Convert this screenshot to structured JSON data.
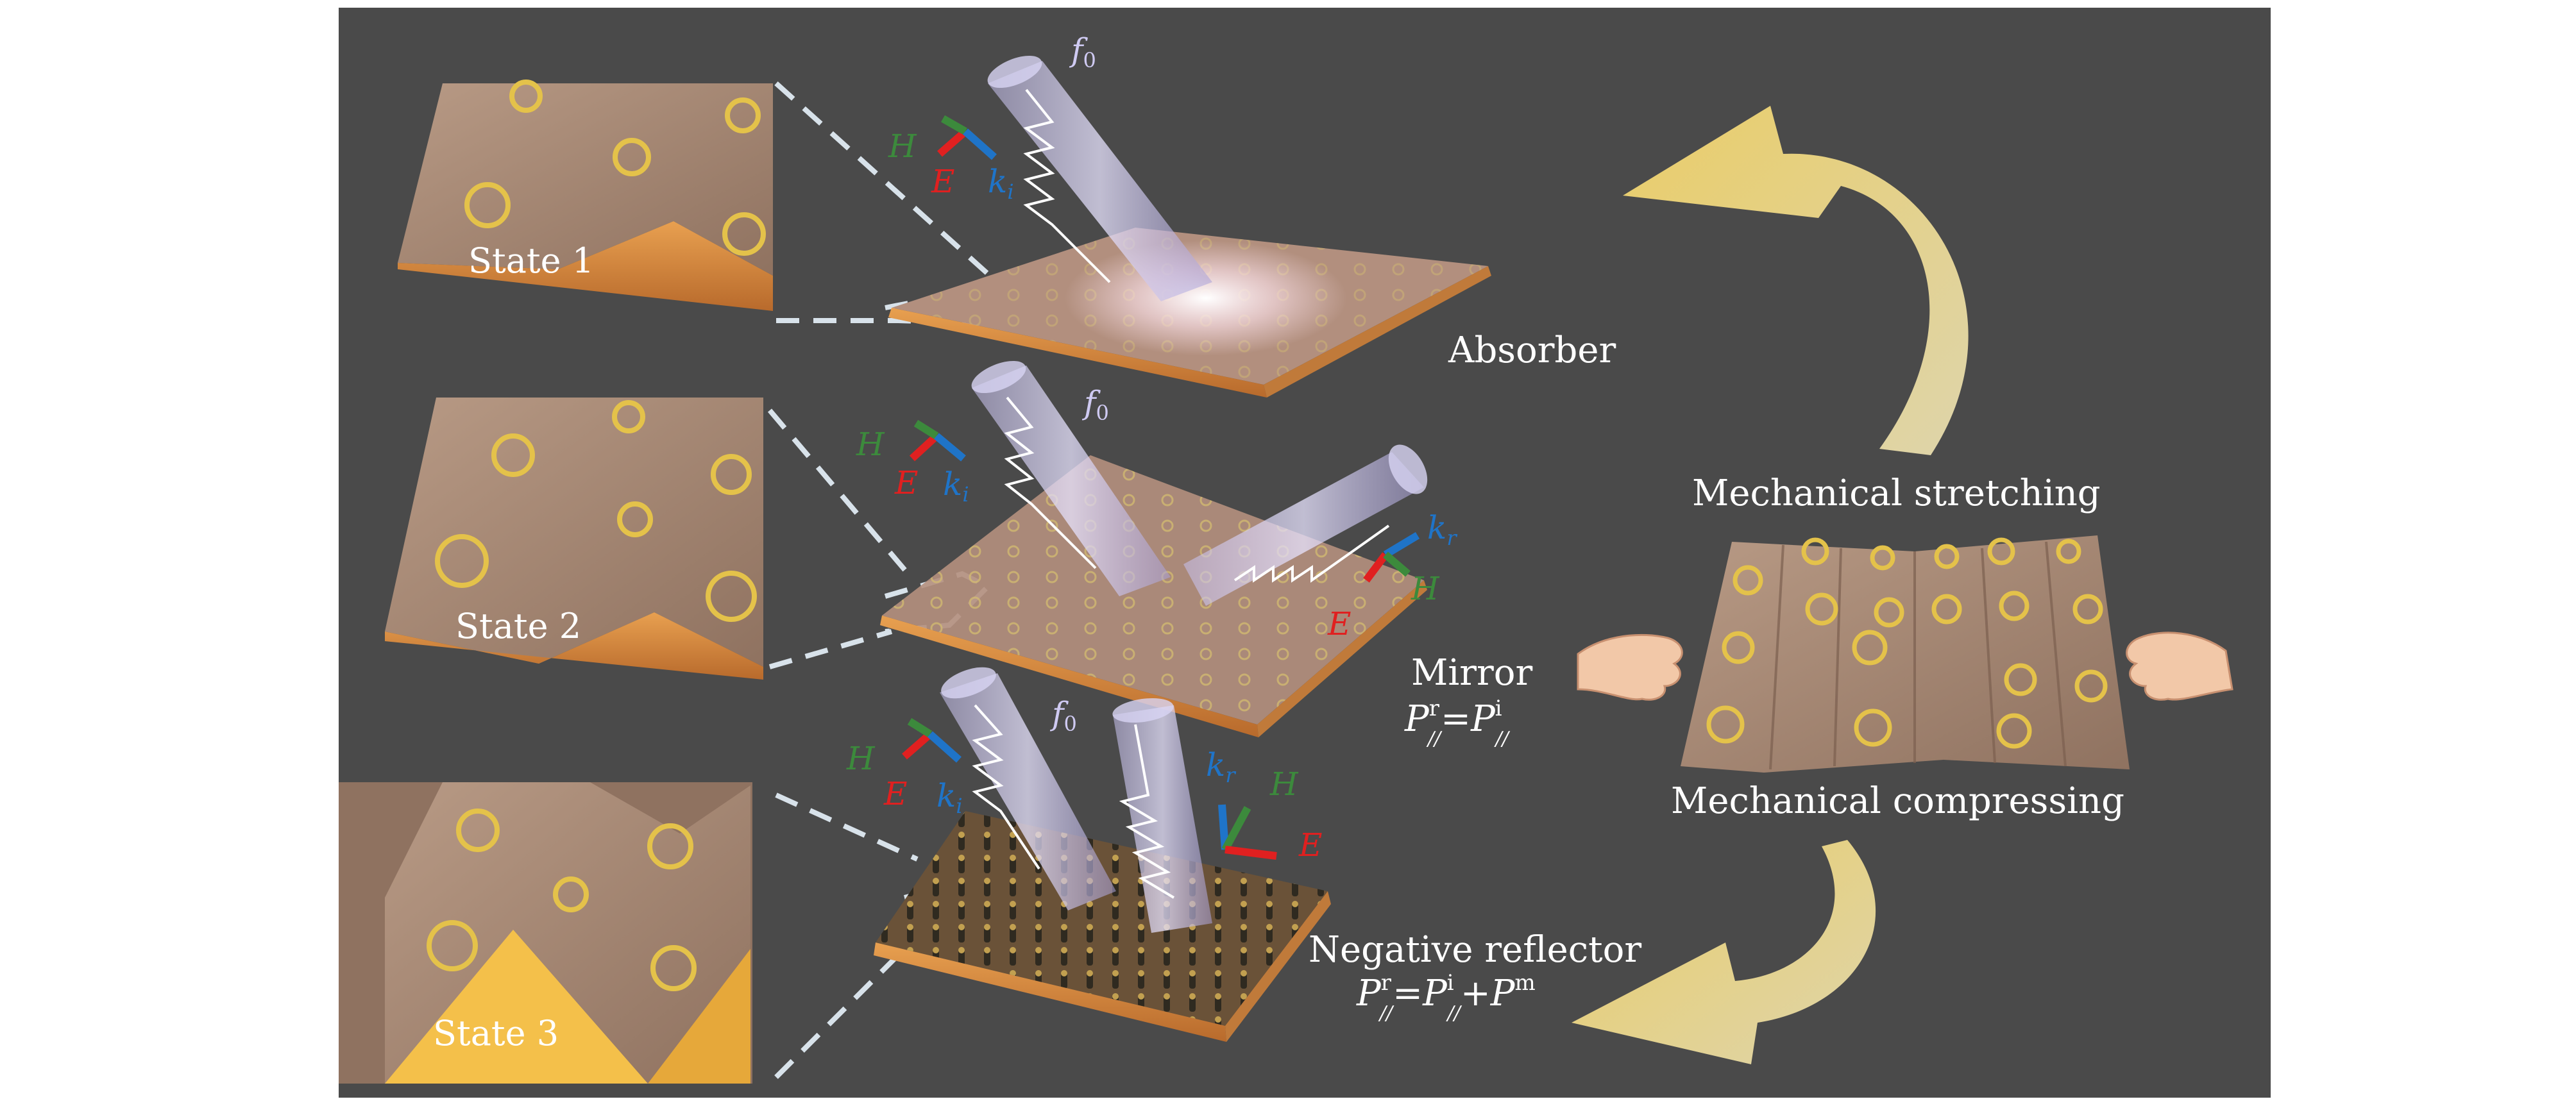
{
  "states": [
    {
      "label": "State 1"
    },
    {
      "label": "State 2"
    },
    {
      "label": "State 3"
    }
  ],
  "modes": {
    "absorber": "Absorber",
    "mirror": "Mirror",
    "negative_reflector": "Negative reflector"
  },
  "equations": {
    "mirror": {
      "P": "P",
      "r": "r",
      "sub": "//",
      "eq": "=",
      "i": "i"
    },
    "negative": {
      "P": "P",
      "r": "r",
      "sub": "//",
      "eq": "=",
      "i": "i",
      "plus": "+",
      "m": "m"
    }
  },
  "mechanical": {
    "stretching": "Mechanical stretching",
    "compressing": "Mechanical compressing"
  },
  "beam_labels": {
    "f": "f",
    "f_sub": "0",
    "H": "H",
    "E": "E",
    "k": "k",
    "ki_sub": "i",
    "kr_sub": "r"
  },
  "colors": {
    "background": "#4a4a4a",
    "sheet": "#a88870",
    "gold": "#e4c24a",
    "arrow_yellow": "#f0dc8c",
    "E": "#e02020",
    "H": "#3c8a3c",
    "k": "#1f74c8"
  }
}
